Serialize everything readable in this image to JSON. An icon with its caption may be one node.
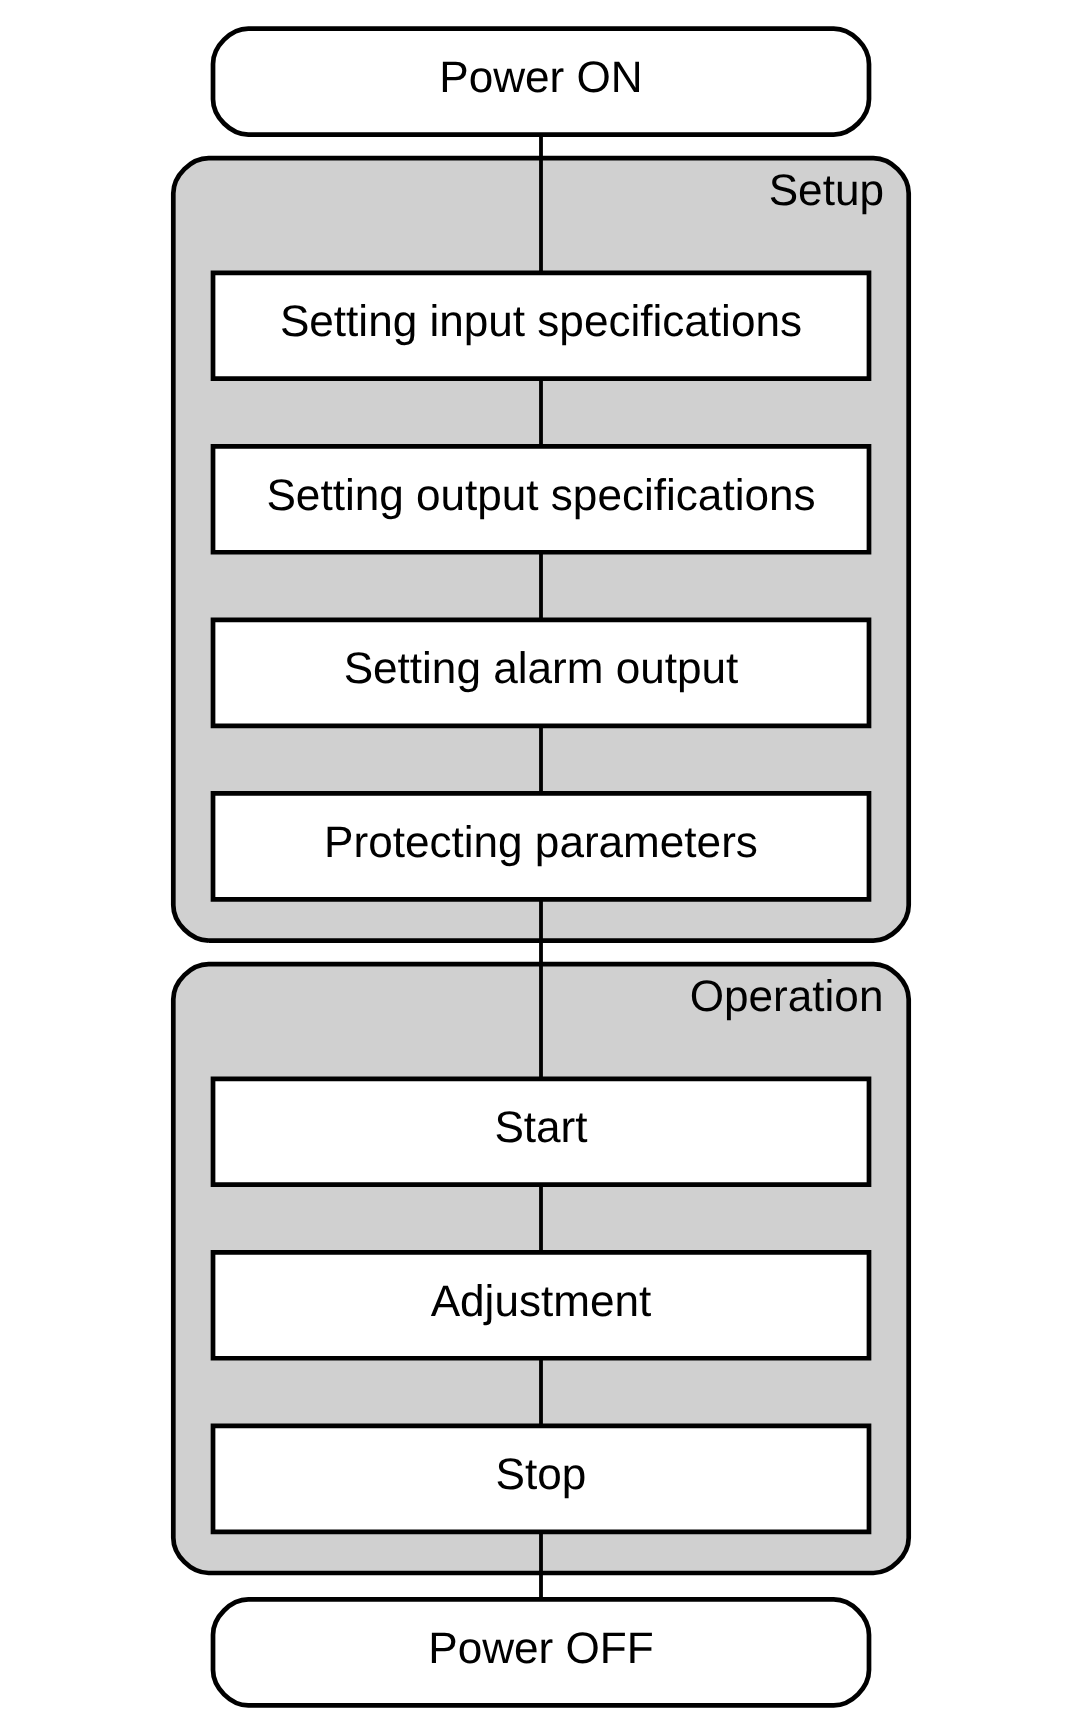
{
  "diagram": {
    "nodes": [
      {
        "text": [
          "Power ON"
        ]
      },
      {
        "text": [
          "Setup"
        ]
      },
      {
        "text": [
          "Setting input specifications"
        ],
        "in": 1
      },
      {
        "text": [
          "Setting output specifications"
        ],
        "in": 1
      },
      {
        "text": [
          "Setting alarm output"
        ],
        "in": 1
      },
      {
        "text": [
          "Protecting parameters"
        ],
        "in": 1
      },
      {
        "text": [
          "Operation"
        ]
      },
      {
        "text": [
          "Start"
        ],
        "in": 6
      },
      {
        "text": [
          "Adjustment"
        ],
        "in": 6
      },
      {
        "text": [
          "Stop"
        ],
        "in": 6
      },
      {
        "text": [
          "Power OFF"
        ]
      }
    ],
    "edges": [
      {
        "from": 0,
        "to": 2,
        "arrow": "none"
      },
      {
        "from": 2,
        "to": 3,
        "arrow": "none"
      },
      {
        "from": 3,
        "to": 4,
        "arrow": "none"
      },
      {
        "from": 4,
        "to": 5,
        "arrow": "none"
      },
      {
        "from": 5,
        "to": 7,
        "arrow": "none"
      },
      {
        "from": 7,
        "to": 8,
        "arrow": "none"
      },
      {
        "from": 8,
        "to": 9,
        "arrow": "none"
      },
      {
        "from": 9,
        "to": 10,
        "arrow": "none"
      }
    ]
  }
}
